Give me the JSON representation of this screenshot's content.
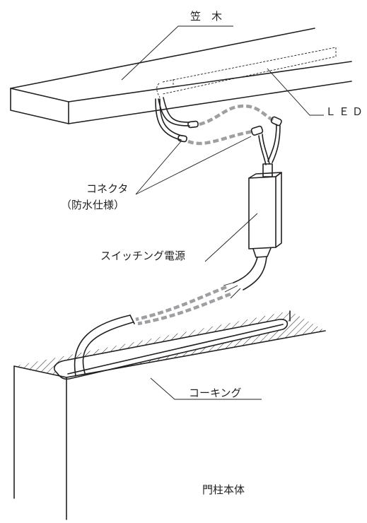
{
  "labels": {
    "kasagi": "笠　木",
    "led": "ＬＥＤ",
    "connector": "コネクタ",
    "waterproof": "（防水仕様）",
    "power_supply": "スイッチング電源",
    "caulking": "コーキング",
    "pillar_body": "門柱本体"
  }
}
